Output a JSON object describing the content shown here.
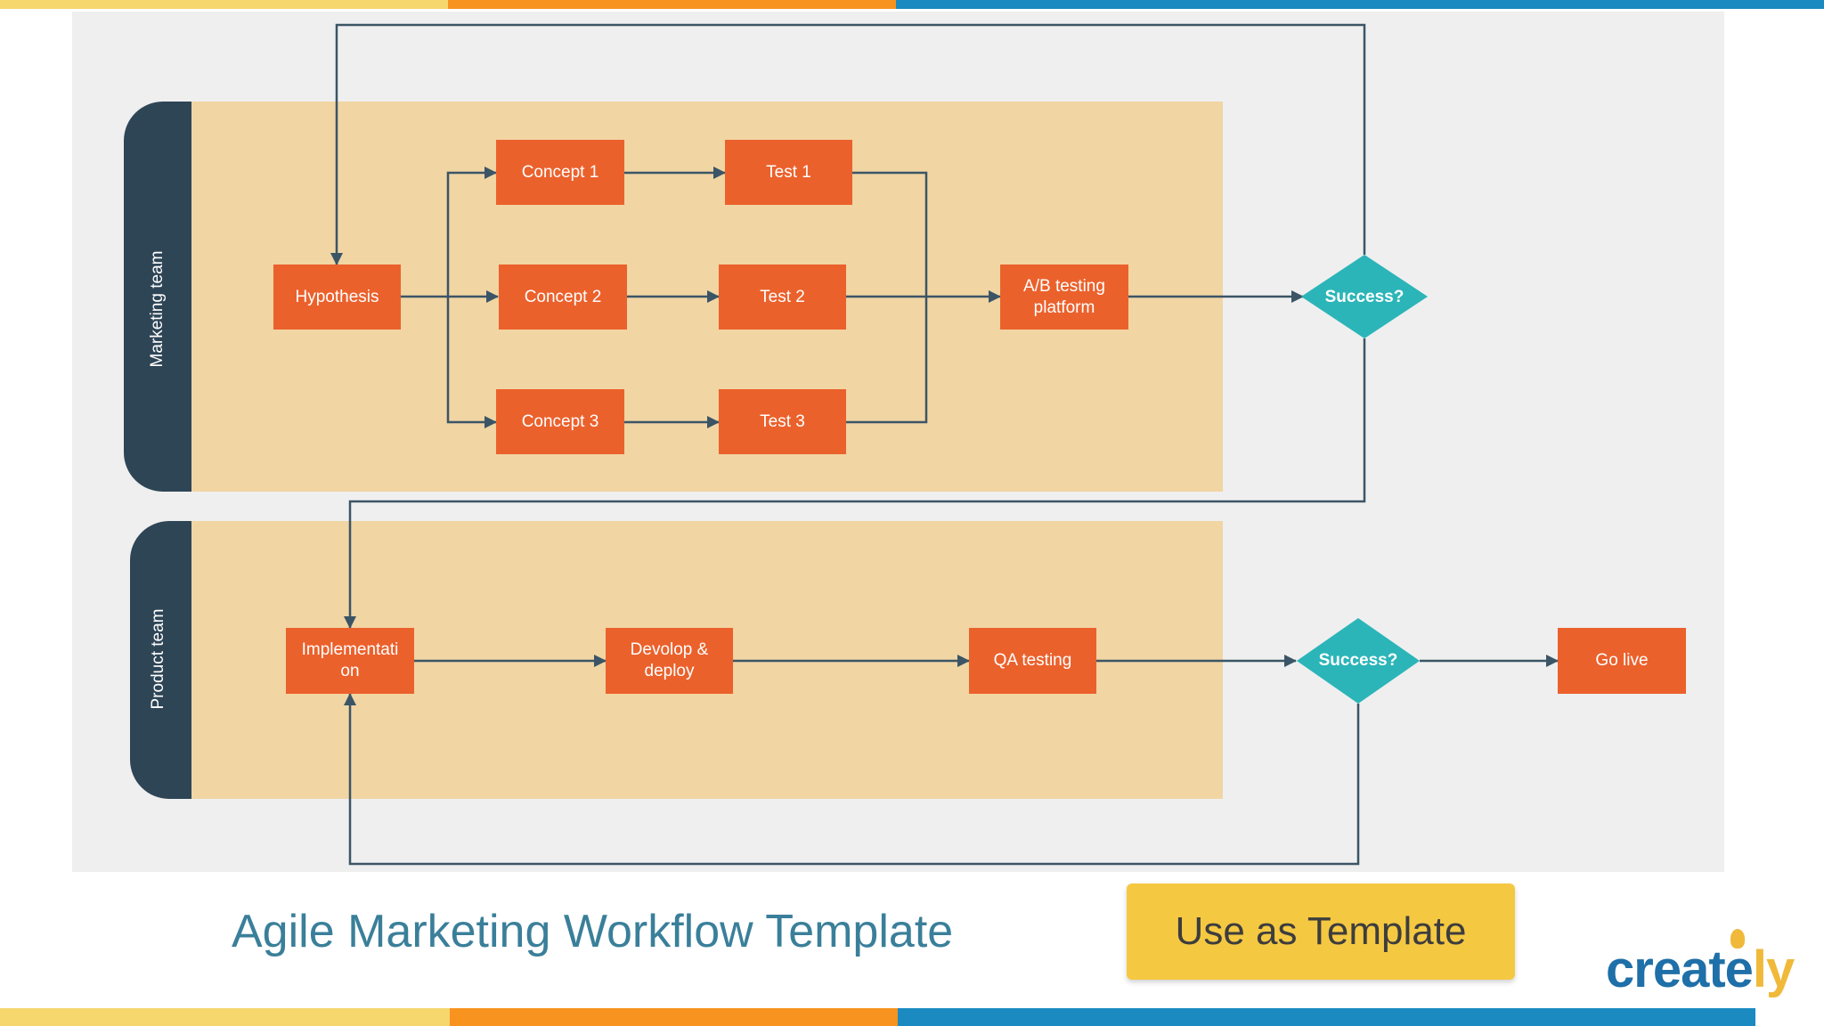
{
  "lanes": {
    "marketing": "Marketing team",
    "product": "Product team"
  },
  "nodes": {
    "hypothesis": "Hypothesis",
    "concept1": "Concept 1",
    "concept2": "Concept 2",
    "concept3": "Concept 3",
    "test1": "Test 1",
    "test2": "Test 2",
    "test3": "Test 3",
    "ab_testing": "A/B testing platform",
    "success_marketing": "Success?",
    "implementation": "Implementati on",
    "develop": "Devolop & deploy",
    "qa": "QA testing",
    "success_product": "Success?",
    "go_live": "Go live"
  },
  "footer": {
    "title": "Agile Marketing Workflow Template",
    "template_button": "Use as Template",
    "logo_main": "creat",
    "logo_tail": "ly",
    "logo_e": "e"
  },
  "colors": {
    "node": "#eb612c",
    "decision": "#2bb5b8",
    "lane_fill": "#f1d5a3",
    "lane_header": "#2e4556",
    "connector": "#3b5566",
    "brand_yellow": "#f5c842",
    "brand_orange": "#f7931e",
    "brand_blue": "#1a8ac0"
  }
}
